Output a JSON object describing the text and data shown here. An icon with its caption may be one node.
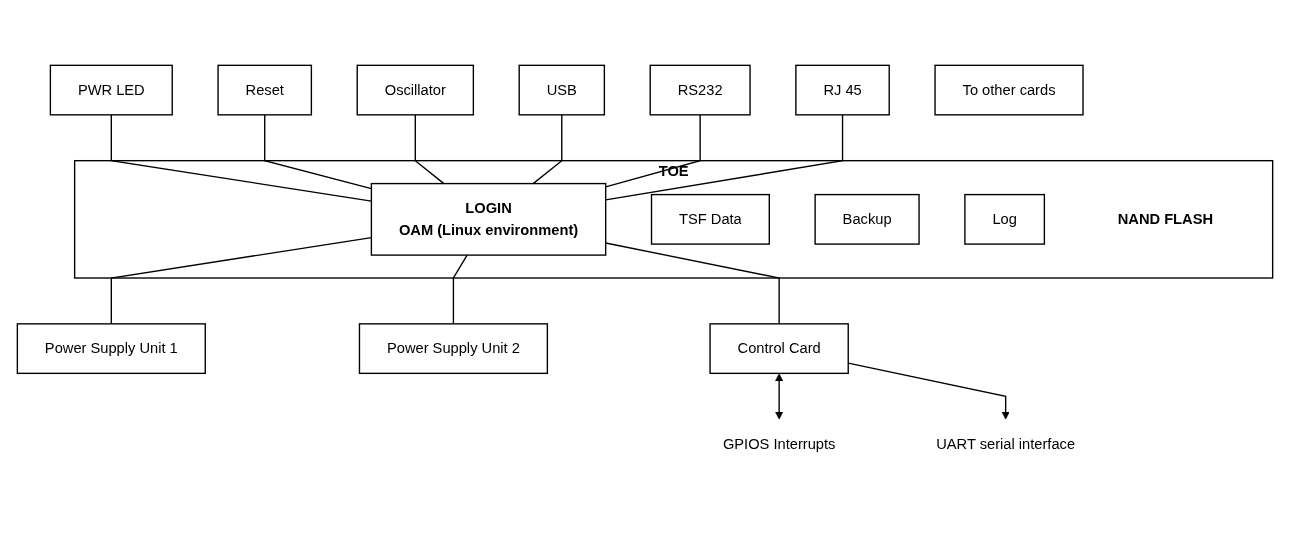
{
  "diagram": {
    "nodes": [
      {
        "text": [
          "PWR LED"
        ]
      },
      {
        "text": [
          "Reset"
        ]
      },
      {
        "text": [
          "Oscillator"
        ]
      },
      {
        "text": [
          "TOE",
          "NAND FLASH"
        ]
      },
      {
        "text": [
          "LOGIN",
          "OAM (Linux environment)"
        ],
        "in": 3
      },
      {
        "text": [
          "TSF Data"
        ],
        "in": 3
      },
      {
        "text": [
          "Backup"
        ],
        "in": 3
      },
      {
        "text": [
          "Log"
        ],
        "in": 3
      },
      {
        "text": [
          "USB"
        ]
      },
      {
        "text": [
          "RS232"
        ]
      },
      {
        "text": [
          "RJ 45"
        ]
      },
      {
        "text": [
          "Power Supply Unit 1"
        ]
      },
      {
        "text": [
          "Power Supply Unit 2"
        ]
      },
      {
        "text": [
          "Control Card"
        ]
      },
      {
        "text": [
          "GPIOS Interrupts"
        ]
      },
      {
        "text": [
          "UART serial interface"
        ]
      },
      {
        "text": [
          "To other cards"
        ]
      }
    ],
    "edges": [
      {
        "from": 0,
        "to": 4,
        "arrow": "none"
      },
      {
        "from": 1,
        "to": 4,
        "arrow": "none"
      },
      {
        "from": 2,
        "to": 4,
        "arrow": "none"
      },
      {
        "from": 8,
        "to": 4,
        "arrow": "none"
      },
      {
        "from": 9,
        "to": 4,
        "arrow": "none"
      },
      {
        "from": 10,
        "to": 4,
        "arrow": "none"
      },
      {
        "from": 4,
        "to": 11,
        "arrow": "none"
      },
      {
        "from": 4,
        "to": 12,
        "arrow": "none"
      },
      {
        "from": 4,
        "to": 13,
        "arrow": "none"
      },
      {
        "from": 13,
        "to": 14,
        "arrow": "both"
      },
      {
        "from": 13,
        "to": 15,
        "arrow": "to"
      }
    ]
  }
}
